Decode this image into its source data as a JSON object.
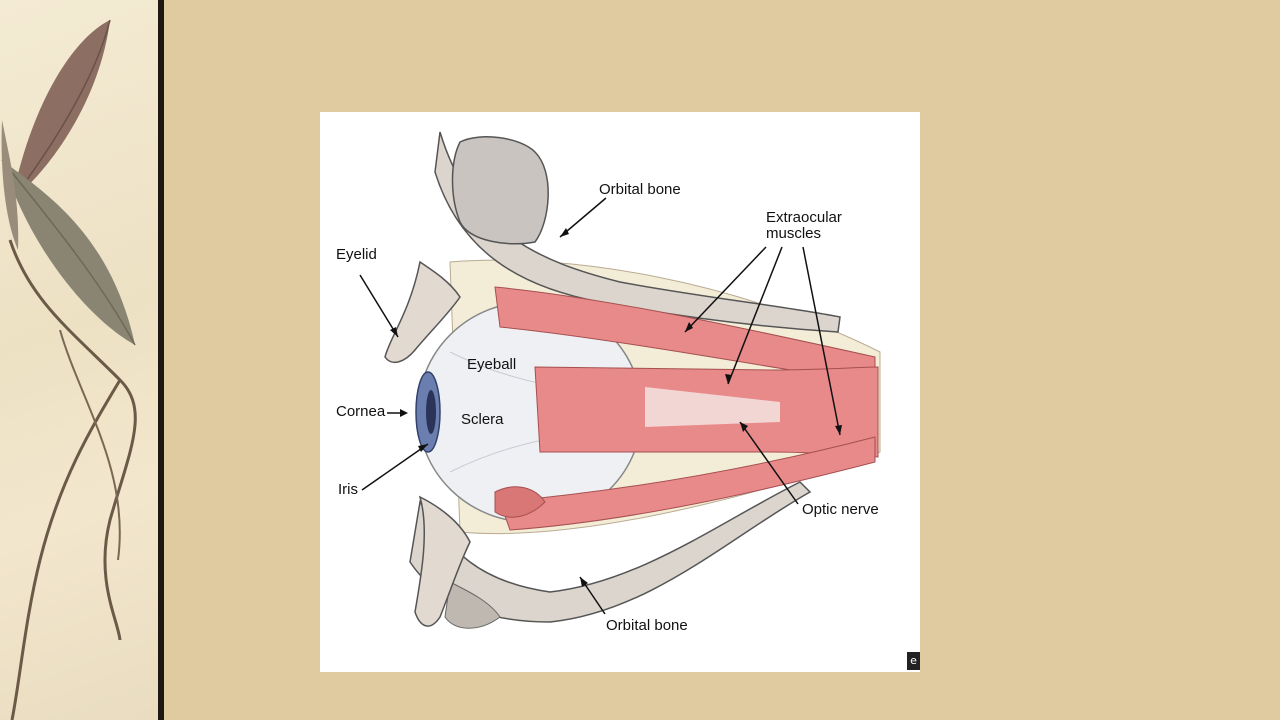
{
  "diagram": {
    "labels": {
      "orbital_bone_top": "Orbital bone",
      "extraocular_muscles": "Extraocular\nmuscles",
      "eyelid": "Eyelid",
      "eyeball": "Eyeball",
      "cornea": "Cornea",
      "sclera": "Sclera",
      "iris": "Iris",
      "optic_nerve": "Optic nerve",
      "orbital_bone_bottom": "Orbital bone"
    }
  },
  "colors": {
    "background": "#e0cba0",
    "sidebar": "#f0e5ca",
    "divider": "#1f1812",
    "muscle": "#e8898a",
    "bone": "#d9d2cb",
    "fat": "#f3edd8",
    "cornea": "#5b6e9e"
  },
  "icons": [
    "leaf-decoration",
    "publisher-logo-icon"
  ]
}
